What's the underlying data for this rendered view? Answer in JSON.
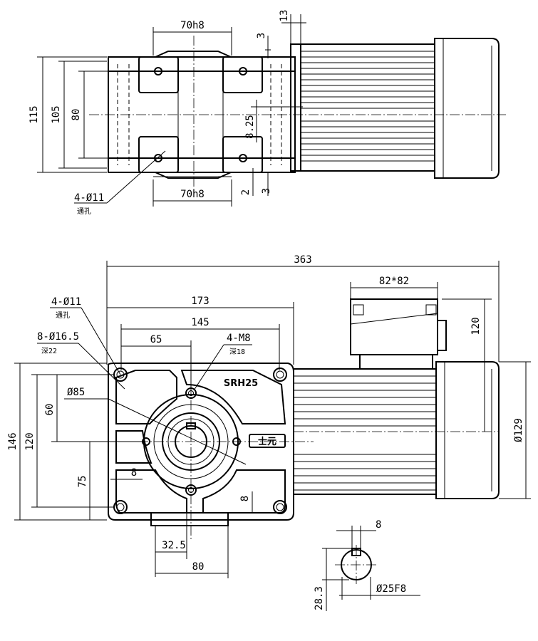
{
  "top_view": {
    "dims": {
      "d_70h8_top": "70h8",
      "d_70h8_bottom": "70h8",
      "d_115": "115",
      "d_105": "105",
      "d_80": "80",
      "d_13": "13",
      "d_3_top": "3",
      "d_3_bottom": "3",
      "d_2": "2",
      "d_8_25": "8.25"
    },
    "holes_label": "4-Ø11",
    "holes_note": "通孔"
  },
  "front_view": {
    "dims": {
      "d_363": "363",
      "d_173": "173",
      "d_145": "145",
      "d_65": "65",
      "d_146": "146",
      "d_120_left": "120",
      "d_60": "60",
      "d_75": "75",
      "d_8_inner": "8",
      "d_8_lower": "8",
      "d_32_5": "32.5",
      "d_80": "80",
      "d_82x82": "82*82",
      "d_120_right": "120",
      "d_phi129": "Ø129",
      "d_phi85": "Ø85"
    },
    "callouts": {
      "holes_11": "4-Ø11",
      "holes_11_note": "通孔",
      "counterbore": "8-Ø16.5",
      "counterbore_note": "深22",
      "threads": "4-M8",
      "threads_note": "深18"
    },
    "model_label": "SRH25",
    "brand_logo_text": "士元"
  },
  "shaft_detail": {
    "d_key": "8",
    "d_height": "28.3",
    "d_shaft": "Ø25F8"
  }
}
